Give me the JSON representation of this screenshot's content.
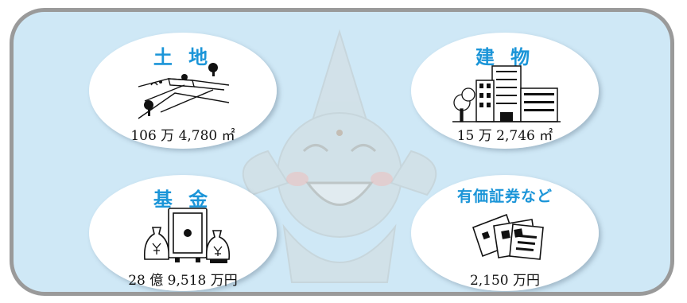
{
  "panel": {
    "accent_color": "#1b95d8",
    "background_color": "#cfe8f6",
    "border_color": "#9a9a9a"
  },
  "assets": {
    "land": {
      "title": "土 地",
      "value": "106 万 4,780 ㎡",
      "icon": "land-illustration-icon"
    },
    "building": {
      "title": "建 物",
      "value": "15 万 2,746 ㎡",
      "icon": "buildings-illustration-icon"
    },
    "fund": {
      "title": "基 金",
      "value": "28 億 9,518 万円",
      "icon": "safe-money-bags-illustration-icon"
    },
    "securities": {
      "title": "有価証券など",
      "value": "2,150 万円",
      "icon": "securities-documents-illustration-icon"
    }
  }
}
